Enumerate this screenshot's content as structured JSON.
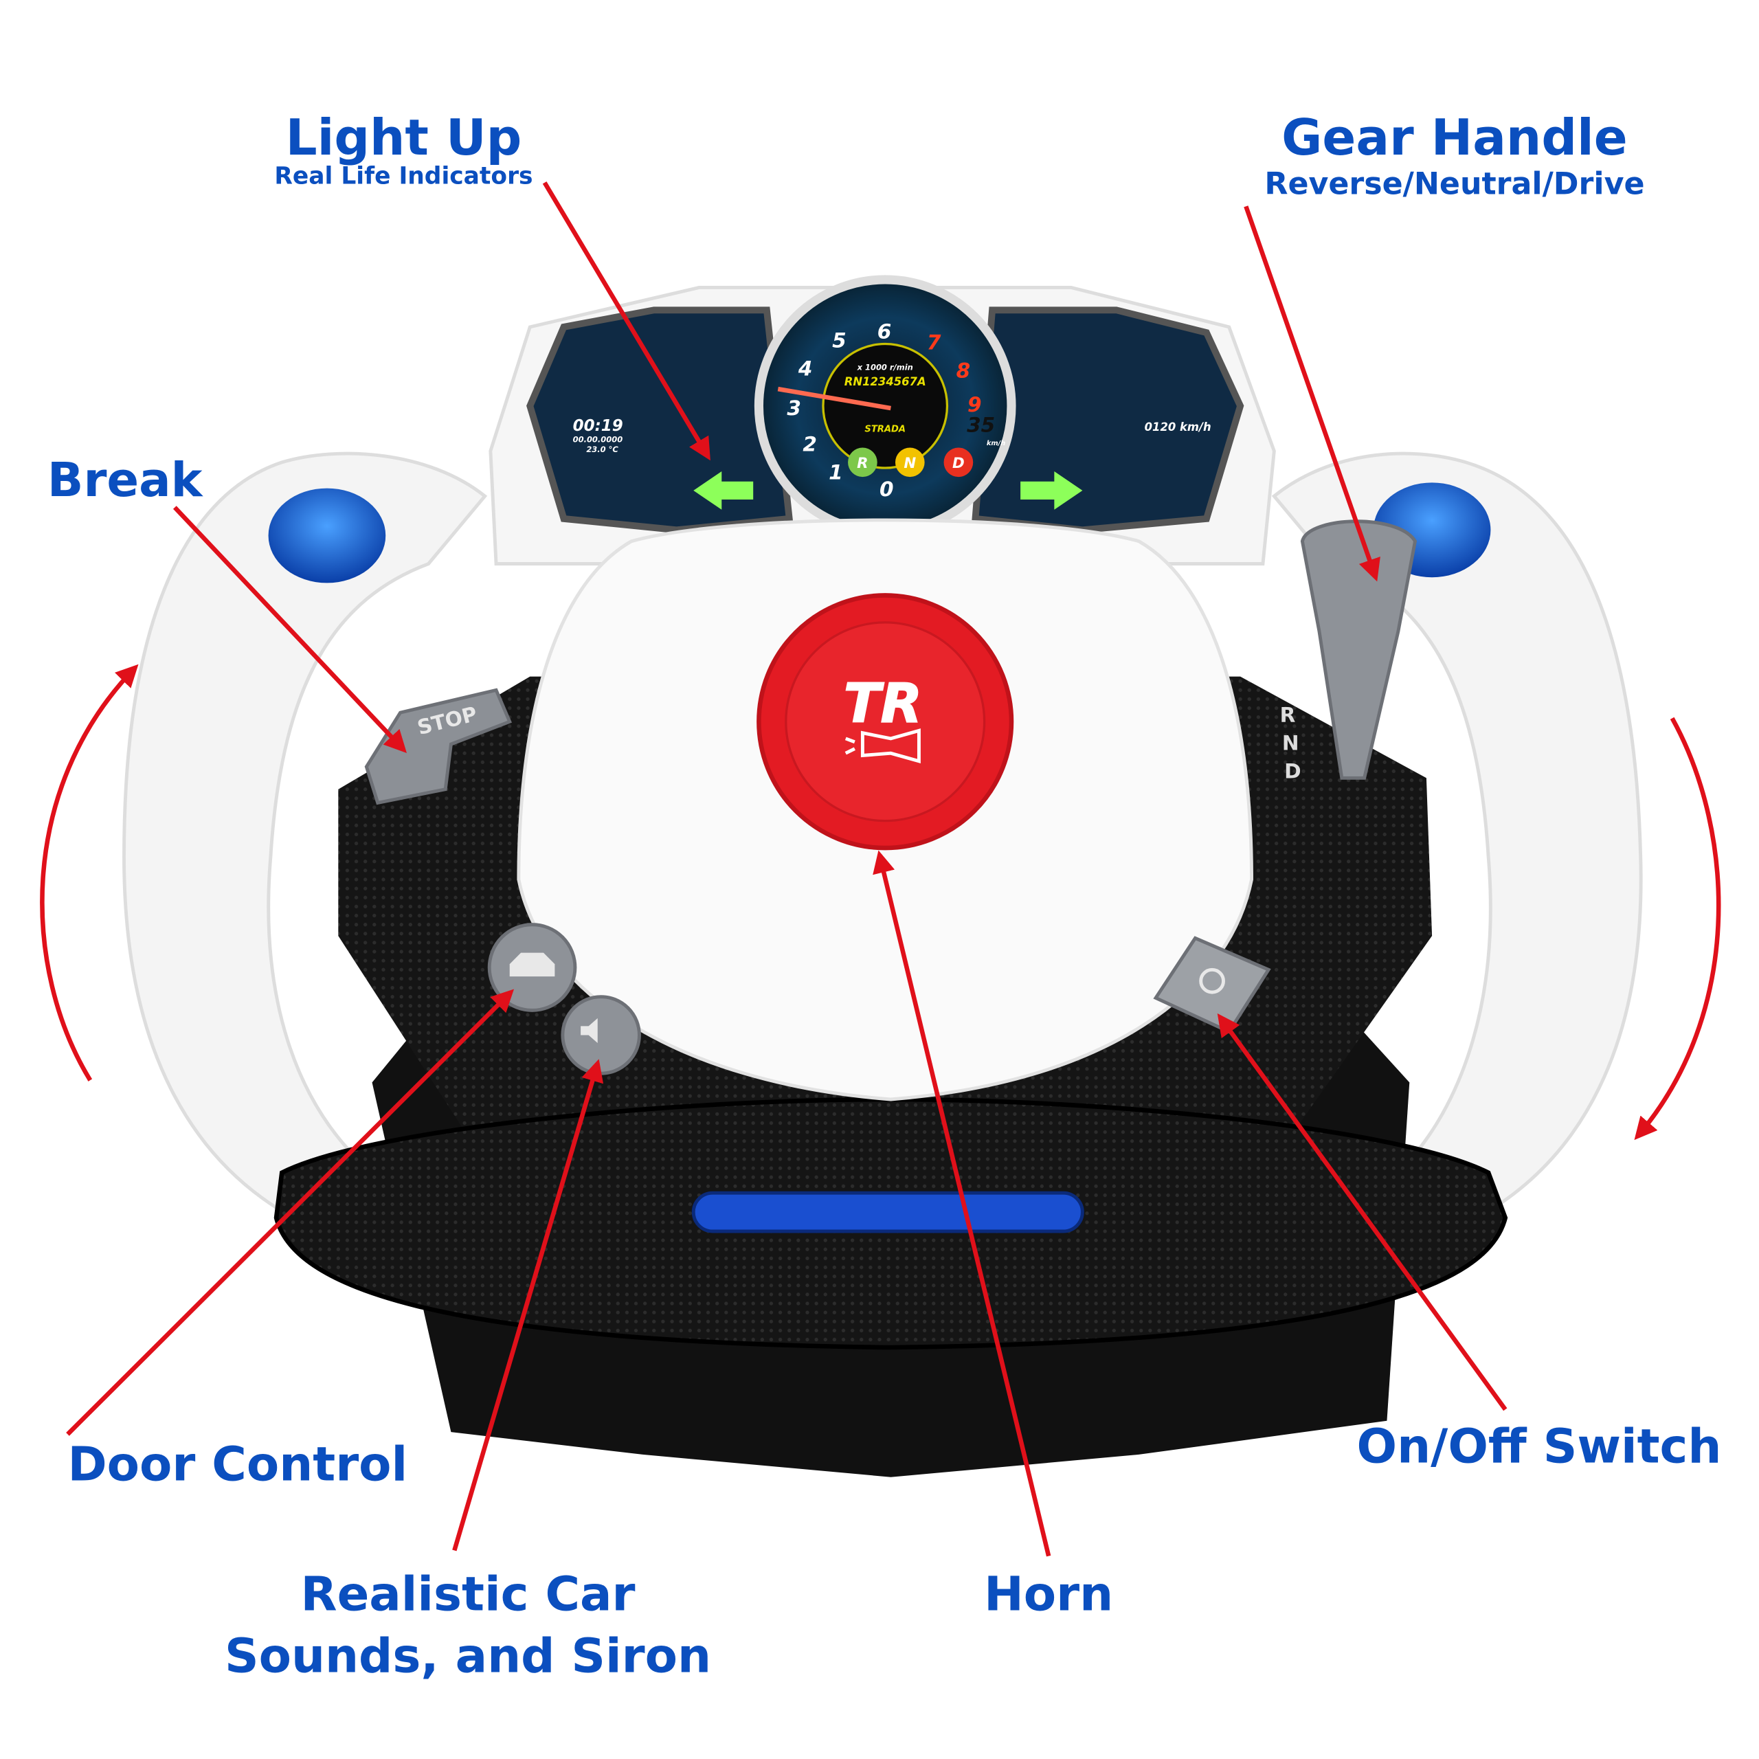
{
  "annotations": {
    "light_up": {
      "title": "Light Up",
      "subtitle": "Real Life Indicators"
    },
    "gear_handle": {
      "title": "Gear Handle",
      "subtitle": "Reverse/Neutral/Drive"
    },
    "break": {
      "title": "Break"
    },
    "door_control": {
      "title": "Door Control"
    },
    "sounds": {
      "line1": "Realistic Car",
      "line2": "Sounds, and Siron"
    },
    "horn": {
      "title": "Horn"
    },
    "on_off": {
      "title": "On/Off Switch"
    }
  },
  "dashboard": {
    "clock": "00:19",
    "odometer": "00.00.0000",
    "temp": "23.0 °C",
    "speed": "35",
    "speed_unit": "km/h",
    "mode": "STRADA",
    "rpm_label": "x 1000 r/min",
    "plate": "RN1234567A",
    "right_speed": "0120 km/h",
    "gears": [
      "R",
      "N",
      "D"
    ],
    "rpm_numbers": [
      "0",
      "1",
      "2",
      "3",
      "4",
      "5",
      "6",
      "7",
      "8",
      "9"
    ]
  },
  "controls": {
    "stop_label": "STOP",
    "shifter_letters": [
      "R",
      "N",
      "D"
    ],
    "horn_logo": "TR"
  },
  "colors": {
    "label_blue": "#0b4fbf",
    "arrow_red": "#e0101a",
    "horn_red": "#e31b23"
  }
}
